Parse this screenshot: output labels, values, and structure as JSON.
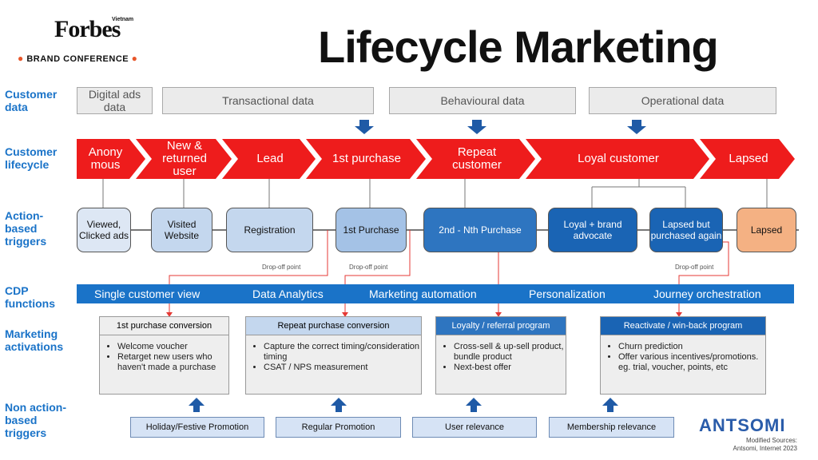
{
  "brand": {
    "name": "Forbes",
    "sub": "Vietnam",
    "conference": "BRAND CONFERENCE"
  },
  "title": "Lifecycle Marketing",
  "row_labels": {
    "customer_data": "Customer data",
    "customer_lifecycle": "Customer lifecycle",
    "action_triggers": "Action-based triggers",
    "cdp": "CDP functions",
    "activations": "Marketing activations",
    "non_action": "Non action-based triggers"
  },
  "data_sources": [
    "Digital ads data",
    "Transactional data",
    "Behavioural data",
    "Operational data"
  ],
  "lifecycle": [
    "Anony mous",
    "New & returned user",
    "Lead",
    "1st purchase",
    "Repeat customer",
    "Loyal customer",
    "Lapsed"
  ],
  "triggers": [
    "Viewed, Clicked ads",
    "Visited Website",
    "Registration",
    "1st Purchase",
    "2nd - Nth Purchase",
    "Loyal + brand advocate",
    "Lapsed but purchased again",
    "Lapsed"
  ],
  "dropoff": "Drop-off point",
  "cdp_functions": [
    "Single customer view",
    "Data Analytics",
    "Marketing automation",
    "Personalization",
    "Journey orchestration"
  ],
  "activations": [
    {
      "title": "1st purchase conversion",
      "items": [
        "Welcome voucher",
        "Retarget new users who haven't made a purchase"
      ]
    },
    {
      "title": "Repeat purchase conversion",
      "items": [
        "Capture the correct timing/consideration timing",
        "CSAT / NPS measurement"
      ]
    },
    {
      "title": "Loyalty / referral program",
      "items": [
        "Cross-sell & up-sell product, bundle product",
        "Next-best offer"
      ]
    },
    {
      "title": "Reactivate / win-back program",
      "items": [
        "Churn prediction",
        "Offer various incentives/promotions. eg. trial, voucher, points, etc"
      ]
    }
  ],
  "non_action": [
    "Holiday/Festive Promotion",
    "Regular Promotion",
    "User relevance",
    "Membership relevance"
  ],
  "logo": "ANTSOMI",
  "source_note": [
    "Modified Sources:",
    "Antsomi, Internet 2023"
  ],
  "colors": {
    "accent_blue": "#1a73c8",
    "lifecycle_red": "#ee1c1c",
    "dropoff_red": "#e53935",
    "lapsed_orange": "#f4b183",
    "trigger_light": "#c4d7ee",
    "trigger_dark": "#2e75c0"
  }
}
